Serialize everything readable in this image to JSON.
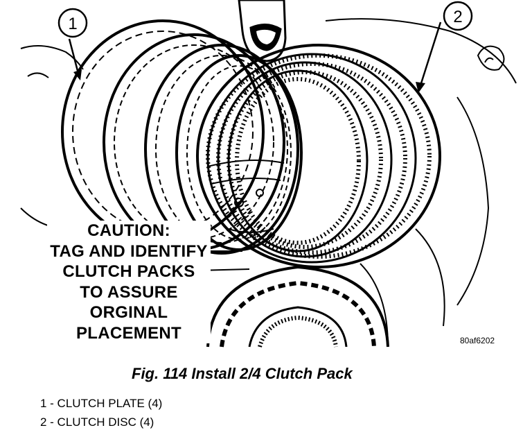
{
  "callouts": [
    {
      "number": "1"
    },
    {
      "number": "2"
    }
  ],
  "caution_lines": [
    "CAUTION:",
    "TAG AND IDENTIFY",
    "CLUTCH PACKS",
    "TO ASSURE",
    "ORGINAL",
    "PLACEMENT"
  ],
  "figure_id": "80af6202",
  "caption": "Fig. 114 Install 2/4 Clutch Pack",
  "legend": [
    {
      "text": "1 - CLUTCH PLATE (4)"
    },
    {
      "text": "2 - CLUTCH DISC (4)"
    }
  ]
}
